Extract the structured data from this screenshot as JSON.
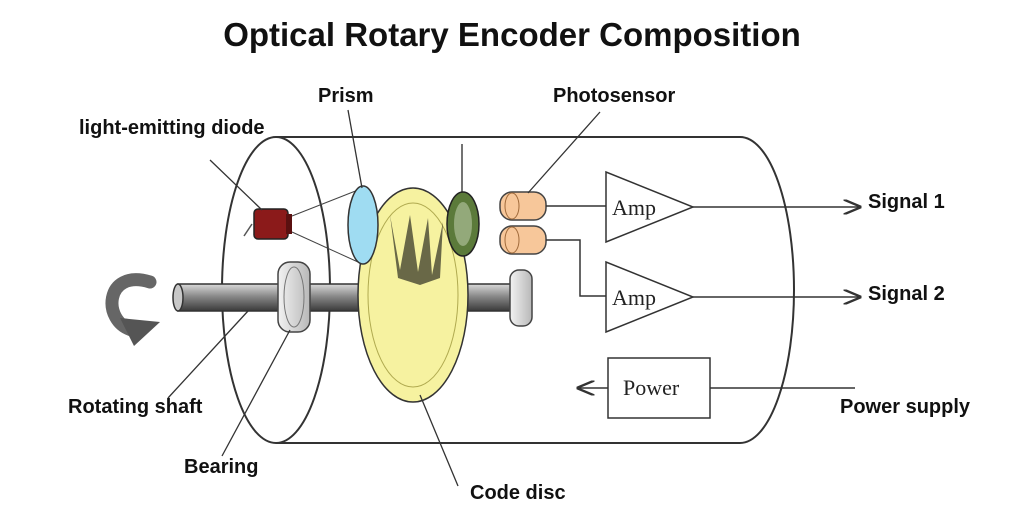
{
  "title": "Optical Rotary Encoder Composition",
  "labels": {
    "prism": "Prism",
    "photosensor": "Photosensor",
    "led": "light-emitting diode",
    "signal1": "Signal 1",
    "signal2": "Signal 2",
    "rotating_shaft": "Rotating shaft",
    "bearing": "Bearing",
    "power_supply": "Power supply",
    "code_disc": "Code disc"
  },
  "boxes": {
    "amp1": "Amp",
    "amp2": "Amp",
    "power": "Power"
  },
  "colors": {
    "led": "#8b1a1a",
    "prism": "#9fdcf2",
    "code_disc": "#f6f2a0",
    "photosensor": "#f7c79a",
    "grating": "#5b7a3a"
  }
}
